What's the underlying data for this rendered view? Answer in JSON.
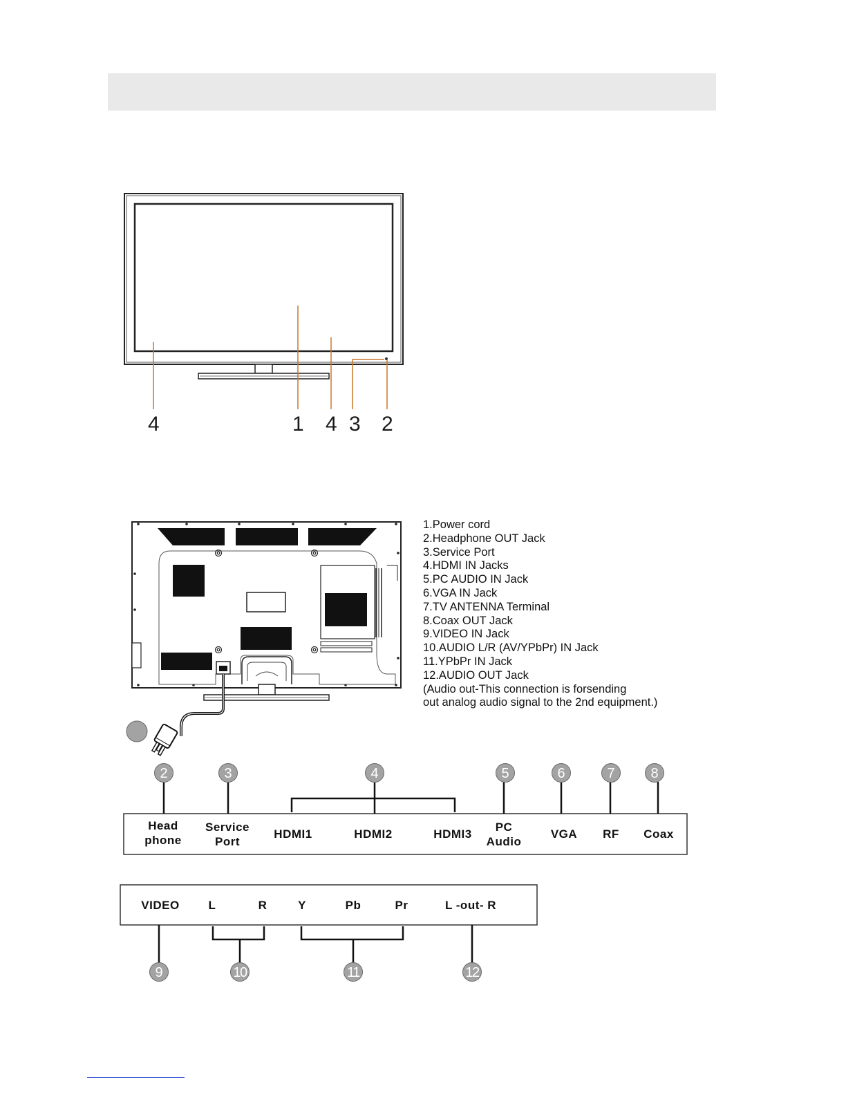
{
  "front_callouts": [
    "4",
    "1",
    "4",
    "3",
    "2"
  ],
  "legend": [
    "1.Power cord",
    "2.Headphone OUT Jack",
    "3.Service Port",
    "4.HDMI IN Jacks",
    "5.PC AUDIO IN Jack",
    "6.VGA IN Jack",
    "7.TV ANTENNA Terminal",
    "8.Coax OUT Jack",
    "9.VIDEO IN Jack",
    "10.AUDIO L/R (AV/YPbPr) IN Jack",
    "11.YPbPr IN Jack",
    "12.AUDIO OUT Jack",
    "(Audio out-This connection is forsending",
    "out analog audio signal to the 2nd equipment.)"
  ],
  "top_panel": {
    "badges": [
      "2",
      "3",
      "4",
      "5",
      "6",
      "7",
      "8"
    ],
    "labels": {
      "headphone_1": "Head",
      "headphone_2": "phone",
      "service_1": "Service",
      "service_2": "Port",
      "hdmi1": "HDMI1",
      "hdmi2": "HDMI2",
      "hdmi3": "HDMI3",
      "pc_1": "PC",
      "pc_2": "Audio",
      "vga": "VGA",
      "rf": "RF",
      "coax": "Coax"
    }
  },
  "bottom_panel": {
    "badges": [
      "9",
      "10",
      "11",
      "12"
    ],
    "labels": {
      "video": "VIDEO",
      "l": "L",
      "r": "R",
      "y": "Y",
      "pb": "Pb",
      "pr": "Pr",
      "out": "L -out- R"
    }
  },
  "colors": {
    "callout_line": "#c8772a",
    "badge": "#a3a3a3",
    "header_band": "#e8e9e8"
  }
}
